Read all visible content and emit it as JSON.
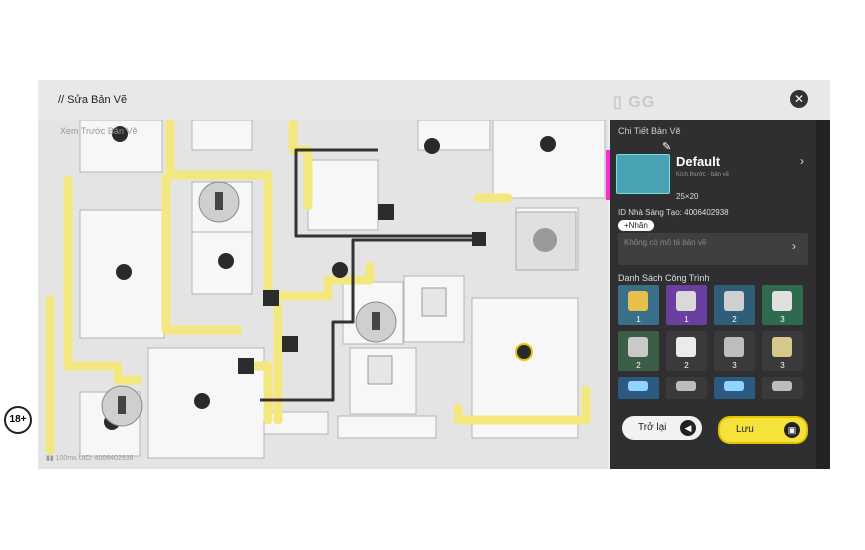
{
  "header": {
    "breadcrumb": "// Sửa Bản Vẽ",
    "watermark": "▯ GG",
    "close_icon": "close-icon"
  },
  "map": {
    "label": "Xem Trước Bản Vẽ",
    "status": "▮▮ 100ms  UID: 4006402938"
  },
  "age_rating": "18+",
  "panel": {
    "title": "Chi Tiết Bản Vẽ",
    "name": "Default",
    "meta": "Kích thước · bản vẽ",
    "size": "25×20",
    "creator": "ID Nhà Sáng Tạo: 4006402938",
    "tag_button": "+Nhãn",
    "description_placeholder": "Không có mô tả bản vẽ",
    "list_title": "Danh Sách Công Trình",
    "buildings": [
      {
        "count": "1",
        "bg": "#3a6f8a",
        "fg": "#e6c04a"
      },
      {
        "count": "1",
        "bg": "#6b3fa0",
        "fg": "#d9d9d9"
      },
      {
        "count": "2",
        "bg": "#2f5f78",
        "fg": "#cfcfcf"
      },
      {
        "count": "3",
        "bg": "#2e6a4e",
        "fg": "#e0e0e0"
      },
      {
        "count": "2",
        "bg": "#3d5e46",
        "fg": "#c9c9c9"
      },
      {
        "count": "2",
        "bg": "#3a3a3a",
        "fg": "#ebebeb"
      },
      {
        "count": "3",
        "bg": "#3a3a3a",
        "fg": "#bdbdbd"
      },
      {
        "count": "3",
        "bg": "#3a3a3a",
        "fg": "#d4c98a"
      },
      {
        "count": "",
        "bg": "#2c5a80",
        "fg": "#8fd3ff"
      },
      {
        "count": "",
        "bg": "#3a3a3a",
        "fg": "#bdbdbd"
      },
      {
        "count": "",
        "bg": "#2c5a80",
        "fg": "#8fd3ff"
      },
      {
        "count": "",
        "bg": "#3a3a3a",
        "fg": "#bdbdbd"
      }
    ],
    "back_button": "Trở lại",
    "save_button": "Lưu"
  }
}
